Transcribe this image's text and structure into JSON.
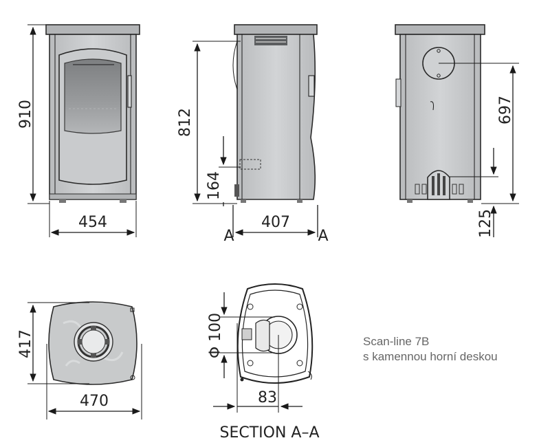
{
  "title": "Scan-line 7B",
  "subtitle": "s kamennou horní deskou",
  "dimensions": {
    "front_height": "910",
    "front_width": "454",
    "side_height": "812",
    "side_inlet_height": "164",
    "side_depth": "407",
    "back_outlet_height": "697",
    "back_inlet_height": "125",
    "top_depth": "417",
    "top_width": "470",
    "section_diameter": "Φ 100",
    "section_offset": "83"
  },
  "labels": {
    "section_marker_left": "A",
    "section_marker_right": "A",
    "section_title": "SECTION A–A"
  },
  "colors": {
    "body": "#c6c8ca",
    "stone": "#b7b9bb",
    "glass": "#8f9193",
    "line": "#1a1a1a",
    "caption": "#666666"
  }
}
